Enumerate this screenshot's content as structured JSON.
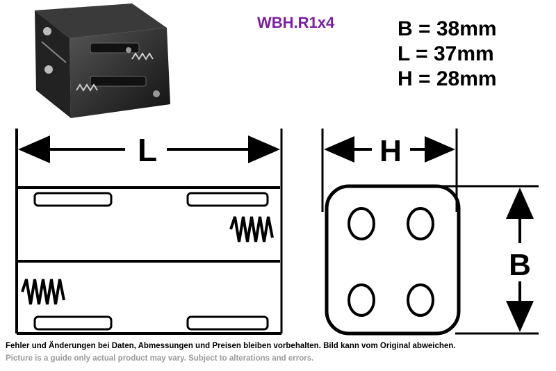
{
  "product": {
    "model": "WBH.R1x4",
    "photo_icon": "battery-holder-photo"
  },
  "dimensions": {
    "b": "B = 38mm",
    "l": "L = 37mm",
    "h": "H = 28mm"
  },
  "drawing": {
    "label_l": "L",
    "label_h": "H",
    "label_b": "B",
    "line_color": "#000000"
  },
  "disclaimer": {
    "de": "Fehler und Änderungen bei Daten, Abmessungen und Preisen bleiben vorbehalten. Bild kann vom Original abweichen.",
    "en": "Picture is a guide only actual product may vary. Subject to alterations and errors."
  }
}
